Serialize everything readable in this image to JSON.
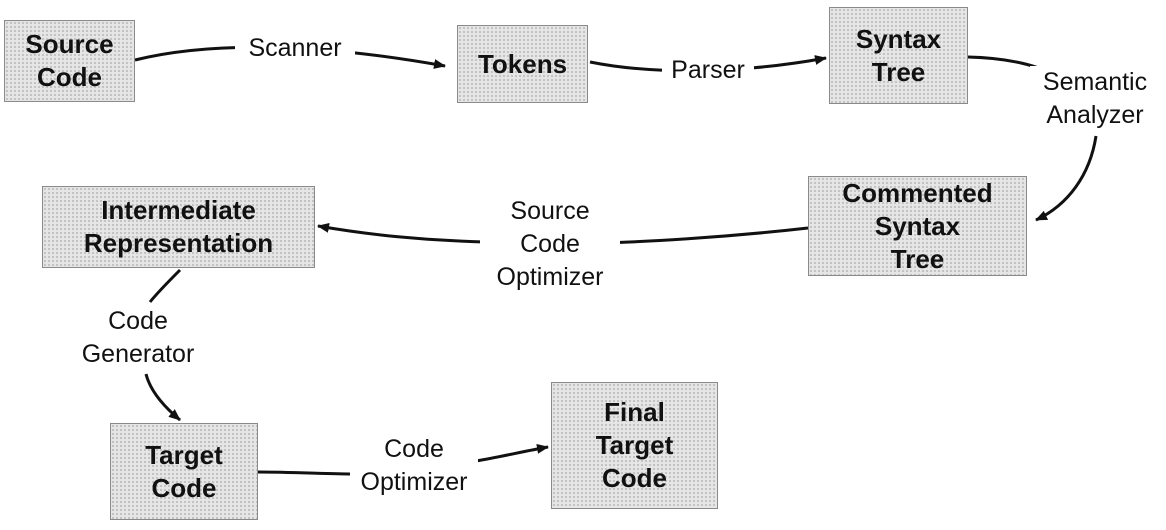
{
  "nodes": {
    "source_code": [
      "Source",
      "Code"
    ],
    "tokens": [
      "Tokens"
    ],
    "syntax_tree": [
      "Syntax",
      "Tree"
    ],
    "commented_syntax_tree": [
      "Commented",
      "Syntax",
      "Tree"
    ],
    "intermediate_representation": [
      "Intermediate",
      "Representation"
    ],
    "target_code": [
      "Target",
      "Code"
    ],
    "final_target_code": [
      "Final",
      "Target",
      "Code"
    ]
  },
  "edges": {
    "scanner": [
      "Scanner"
    ],
    "parser": [
      "Parser"
    ],
    "semantic_analyzer": [
      "Semantic",
      "Analyzer"
    ],
    "source_code_optimizer": [
      "Source",
      "Code",
      "Optimizer"
    ],
    "code_generator": [
      "Code",
      "Generator"
    ],
    "code_optimizer": [
      "Code",
      "Optimizer"
    ]
  }
}
